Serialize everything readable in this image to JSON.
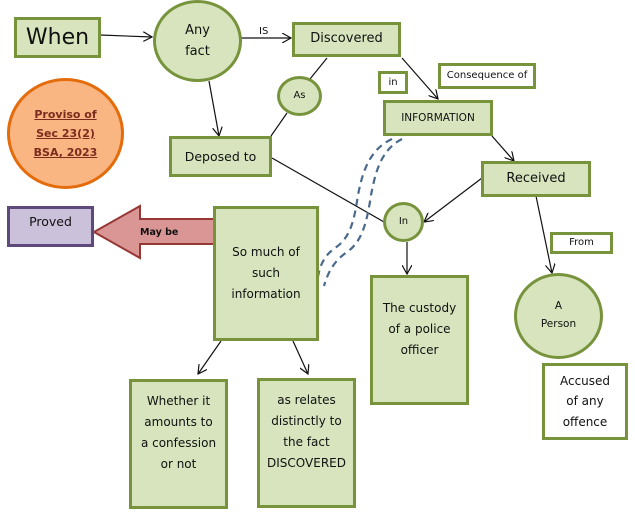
{
  "diagram": {
    "title_box": "When",
    "any_fact": "Any\nfact",
    "is_label": "IS",
    "discovered": "Discovered",
    "as": "As",
    "in_label": "in",
    "consequence_of": "Consequence of",
    "information": "INFORMATION",
    "deposed_to": "Deposed to",
    "proviso": "Proviso of\nSec 23(2)\nBSA, 2023",
    "received": "Received",
    "in_circle": "In",
    "from_label": "From",
    "a_person": "A\nPerson",
    "accused": "Accused\nof any\noffence",
    "custody": "The custody\nof a police\nofficer",
    "so_much": "So much of\nsuch\ninformation",
    "proved": "Proved",
    "may_be": "May be",
    "whether": "Whether it\namounts to\na confession\nor not",
    "as_relates": "as relates\ndistinctly to\nthe fact\nDISCOVERED"
  },
  "colors": {
    "node_fill": "#d7e4bd",
    "node_border": "#77933c",
    "proviso_fill": "#f9b683",
    "proviso_border": "#e46c0a",
    "proviso_text": "#7b2c1e",
    "proved_fill": "#ccc1da",
    "proved_border": "#5f497a",
    "arrow_fill": "#d99694",
    "arrow_border": "#953735",
    "dashed_line": "#4a6a8c"
  }
}
